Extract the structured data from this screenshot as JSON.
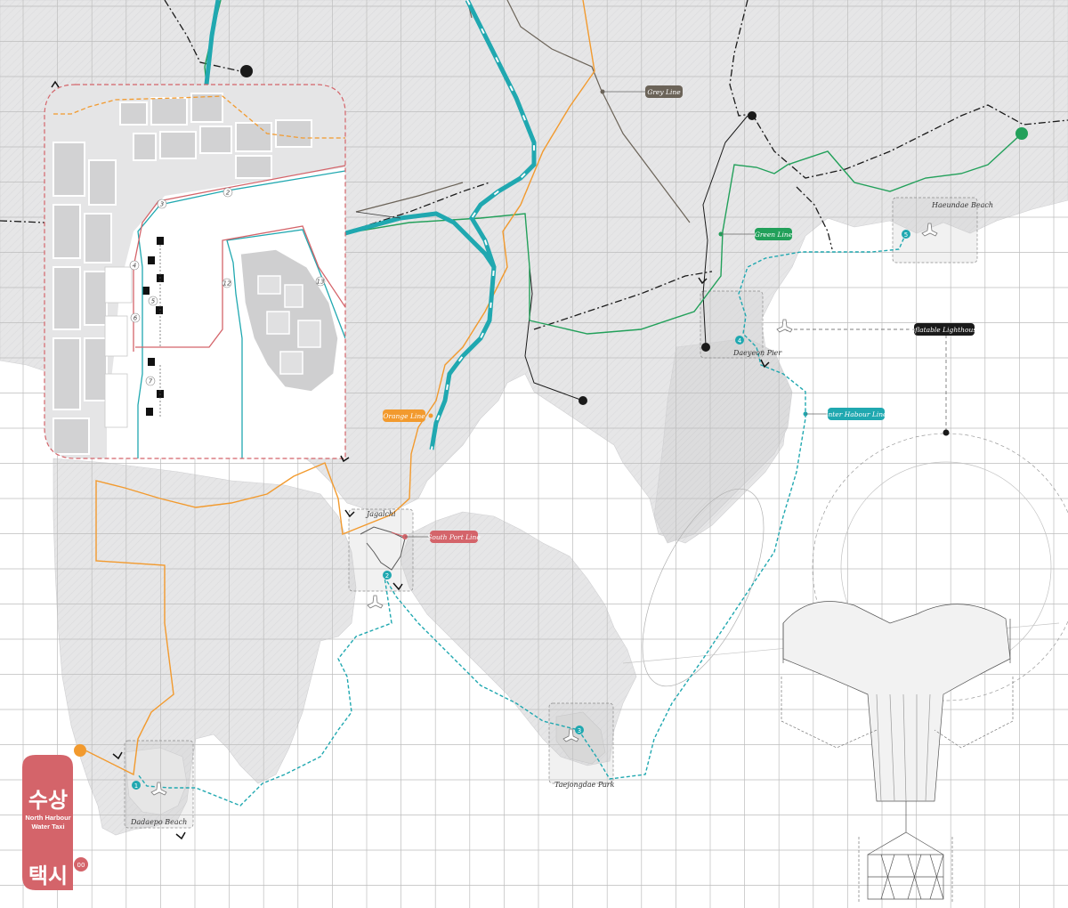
{
  "colors": {
    "orange": "#f29a2e",
    "teal": "#20a8b0",
    "green": "#22a05a",
    "grey_line": "#6b6358",
    "red": "#d4646a",
    "black": "#1a1a1a",
    "land": "#e7e7e8",
    "grid": "#bfbfbf"
  },
  "title": {
    "korean_top": "수상",
    "korean_bottom": "택시",
    "subtitle_line1": "North Harbour",
    "subtitle_line2": "Water Taxi",
    "sheet_number": "00"
  },
  "line_labels": {
    "grey": "Grey Line",
    "green": "Green Line",
    "orange": "Orange Line",
    "inter_harbour": "Inter Habour Line",
    "south_port": "South Port Line",
    "inflatable": "Inflatable Lighthouse"
  },
  "stations": [
    {
      "number": "1",
      "name": "Dadaepo Beach"
    },
    {
      "number": "2",
      "name": "Jagalchi"
    },
    {
      "number": "3",
      "name": "Taejongdae Park"
    },
    {
      "number": "4",
      "name": "Daeyeon Pier"
    },
    {
      "number": "5",
      "name": "Haeundae Beach"
    }
  ],
  "inset_numbers": [
    "2",
    "3",
    "4",
    "5",
    "6",
    "7",
    "12",
    "13"
  ]
}
